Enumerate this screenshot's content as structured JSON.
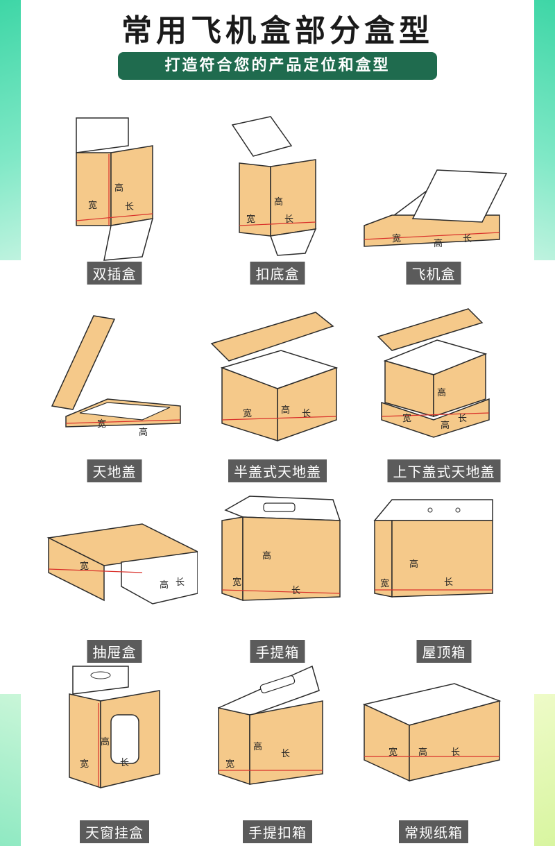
{
  "title": "常用飞机盒部分盒型",
  "subtitle": "打造符合您的产品定位和盒型",
  "dimension_labels": {
    "width": "宽",
    "height": "高",
    "length": "长"
  },
  "colors": {
    "box_fill": "#f5c98a",
    "box_stroke": "#2b2b2b",
    "edge_line": "#d9302a",
    "caption_bg": "#5b5b5b",
    "banner_bg": "#1f6b4e"
  },
  "boxes": [
    {
      "caption": "双插盒"
    },
    {
      "caption": "扣底盒"
    },
    {
      "caption": "飞机盒"
    },
    {
      "caption": "天地盖"
    },
    {
      "caption": "半盖式天地盖"
    },
    {
      "caption": "上下盖式天地盖"
    },
    {
      "caption": "抽屉盒"
    },
    {
      "caption": "手提箱"
    },
    {
      "caption": "屋顶箱"
    },
    {
      "caption": "天窗挂盒"
    },
    {
      "caption": "手提扣箱"
    },
    {
      "caption": "常规纸箱"
    }
  ]
}
